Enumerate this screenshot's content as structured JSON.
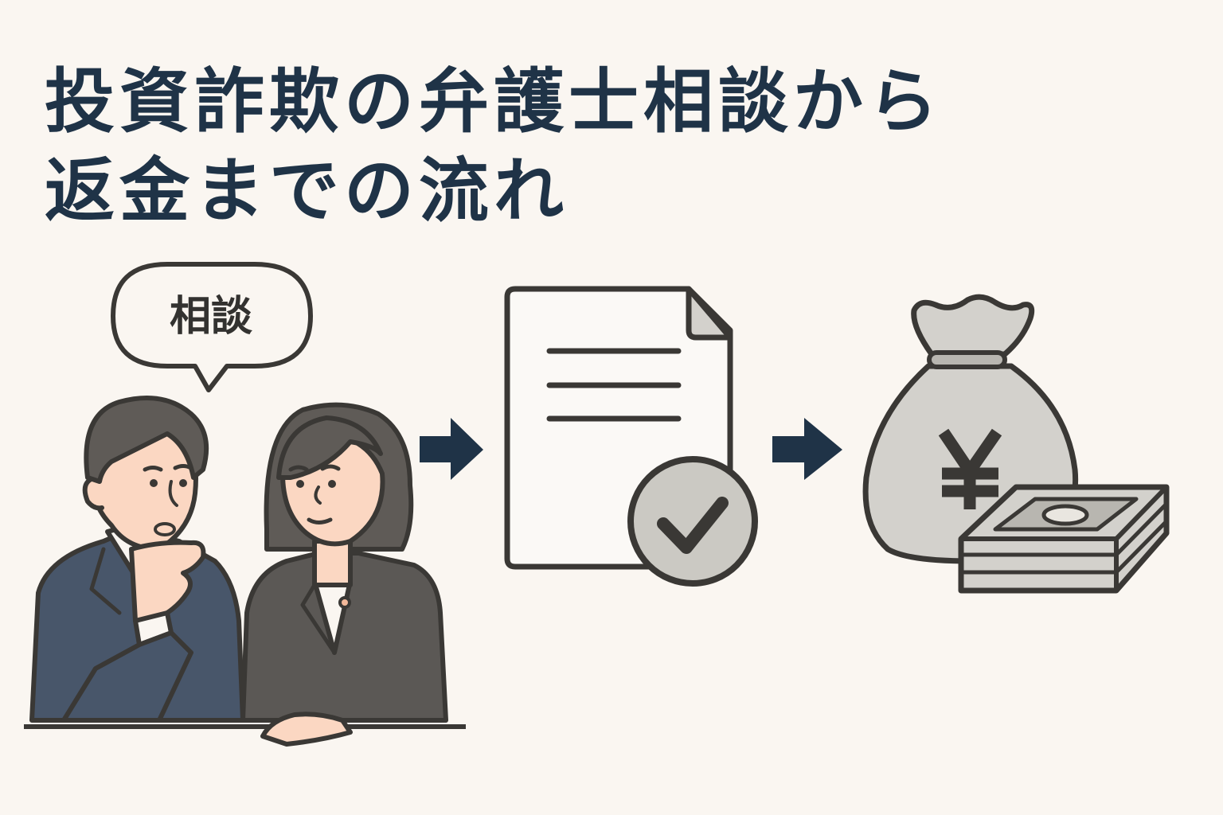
{
  "title": {
    "line1": "投資詐欺の弁護士相談から",
    "line2": "返金までの流れ"
  },
  "steps": [
    {
      "id": "consultation",
      "label": "相談",
      "icon": "lawyer-consultation-illustration"
    },
    {
      "id": "document",
      "icon": "approved-document-icon"
    },
    {
      "id": "refund",
      "icon": "yen-money-bag-icon"
    }
  ],
  "colors": {
    "background": "#faf6f1",
    "title": "#1f3347",
    "arrow": "#1f3347",
    "outline": "#3a3835",
    "gray_fill": "#d3d1cc",
    "man_suit": "#48566a",
    "woman_suit": "#5b5855",
    "hair": "#5f5b57",
    "skin": "#fbd7c2"
  }
}
